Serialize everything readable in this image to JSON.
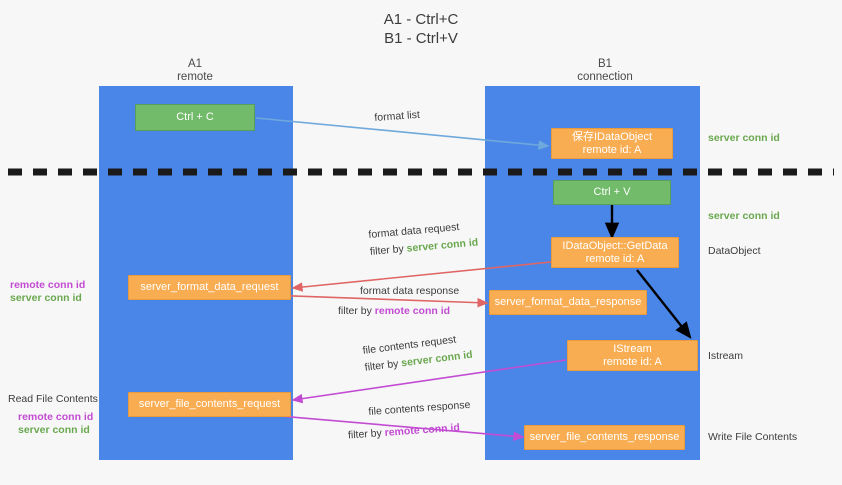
{
  "title": {
    "line1": "A1 - Ctrl+C",
    "line2": "B1 - Ctrl+V"
  },
  "lanes": [
    {
      "id": "a1",
      "name": "A1",
      "role": "remote"
    },
    {
      "id": "b1",
      "name": "B1",
      "role": "connection"
    }
  ],
  "boxes": {
    "ctrl_c": {
      "line1": "Ctrl + C",
      "line2": ""
    },
    "save_idataobject": {
      "line1": "保存IDataObject",
      "line2": "remote id: A"
    },
    "ctrl_v": {
      "line1": "Ctrl + V",
      "line2": ""
    },
    "getdata": {
      "line1": "IDataObject::GetData",
      "line2": "remote id: A"
    },
    "server_format_data_request": {
      "line1": "server_format_data_request",
      "line2": ""
    },
    "server_format_data_response": {
      "line1": "server_format_data_response",
      "line2": ""
    },
    "istream": {
      "line1": "IStream",
      "line2": "remote id: A"
    },
    "server_file_contents_request": {
      "line1": "server_file_contents_request",
      "line2": ""
    },
    "server_file_contents_response": {
      "line1": "server_file_contents_response",
      "line2": ""
    }
  },
  "edge_labels": {
    "format_list": "format list",
    "format_data_request": "format data request",
    "format_data_response": "format data response",
    "file_contents_request": "file contents request",
    "file_contents_response": "file contents response",
    "filter_by": "filter by ",
    "server_conn_id": "server conn id",
    "remote_conn_id": "remote conn id"
  },
  "right_labels": {
    "server_conn_id_top": "server conn id",
    "server_conn_id_mid": "server conn id",
    "dataobject": "DataObject",
    "istream": "Istream",
    "write_file_contents": "Write File Contents"
  },
  "left_labels": {
    "remote_conn_id_1": "remote conn id",
    "server_conn_id_1": "server conn id",
    "read_file_contents": "Read File Contents",
    "remote_conn_id_2": "remote conn id",
    "server_conn_id_2": "server conn id"
  },
  "colors": {
    "lane": "#4a86e8",
    "green_box": "#72bb6a",
    "orange_box": "#f9ad53",
    "server_conn_id": "#6aa84f",
    "remote_conn_id": "#c34bd3",
    "arrow_blue": "#6fa8dc",
    "arrow_red": "#e06666",
    "arrow_magenta": "#c34bd3",
    "arrow_black": "#000000",
    "background": "#f7f7f7"
  }
}
